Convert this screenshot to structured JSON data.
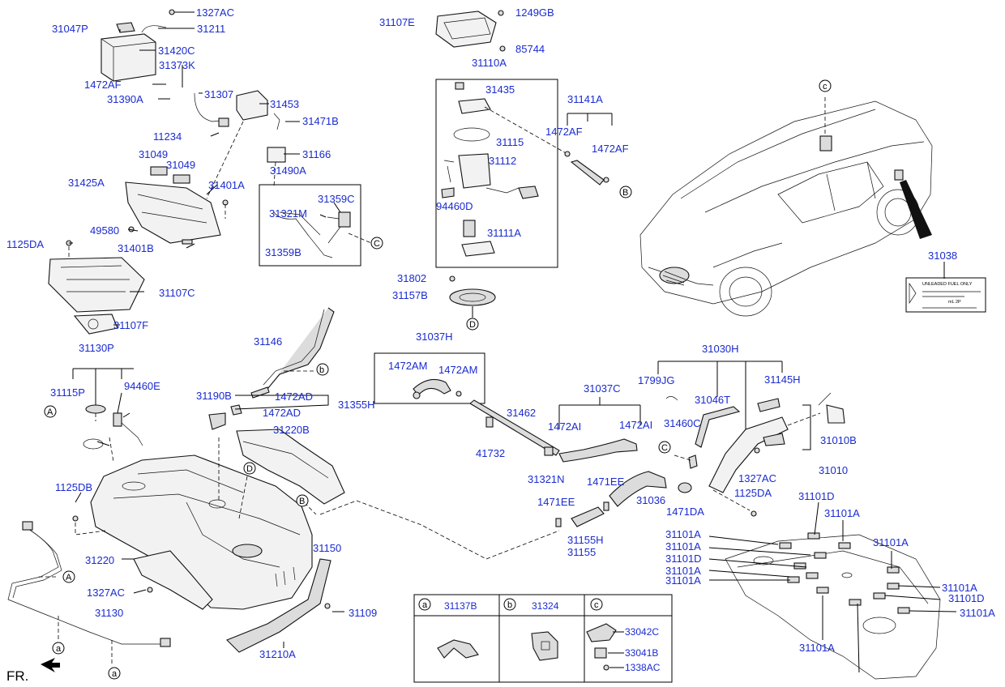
{
  "part_labels": [
    "1327AC",
    "31211",
    "31047P",
    "31420C",
    "31373K",
    "1472AF",
    "31390A",
    "31307",
    "31453",
    "31471B",
    "11234",
    "31166",
    "31490A",
    "31049",
    "31049",
    "31425A",
    "31401A",
    "31359C",
    "31321M",
    "49580",
    "31401B",
    "31359B",
    "1125DA",
    "31107C",
    "31107F",
    "31130P",
    "31115P",
    "94460E",
    "1125DB",
    "31220",
    "1327AC",
    "31130",
    "31146",
    "31190B",
    "1472AD",
    "1472AD",
    "31355H",
    "31220B",
    "31150",
    "31109",
    "31210A",
    "31107E",
    "1249GB",
    "85744",
    "31110A",
    "31435",
    "31115",
    "31112",
    "94460D",
    "31111A",
    "31802",
    "31157B",
    "31141A",
    "1472AF",
    "1472AF",
    "31037H",
    "1472AM",
    "1472AM",
    "31462",
    "41732",
    "31037C",
    "1472AI",
    "1472AI",
    "31321N",
    "1471EE",
    "1471EE",
    "31036",
    "31155H",
    "31155",
    "1471DA",
    "31030H",
    "1799JG",
    "31046T",
    "31145H",
    "31460C",
    "31010B",
    "31010",
    "1327AC",
    "1125DA",
    "31038",
    "31101D",
    "31101A",
    "31101A",
    "31101A",
    "31101D",
    "31101A",
    "31101A",
    "31101A",
    "31101D",
    "31101A",
    "31101A",
    "31101A"
  ],
  "callouts": {
    "A": "A",
    "B": "B",
    "C": "C",
    "D": "D",
    "a": "a",
    "b": "b",
    "c": "c"
  },
  "legend": {
    "col_a_letter": "a",
    "col_a_part": "31137B",
    "col_b_letter": "b",
    "col_b_part": "31324",
    "col_c_letter": "c",
    "col_c_parts": [
      "33042C",
      "33041B",
      "1338AC"
    ]
  },
  "fuel_label": {
    "line1": "UNLEADED FUEL ONLY",
    "line2": "mL 2P"
  },
  "direction_label": "FR."
}
